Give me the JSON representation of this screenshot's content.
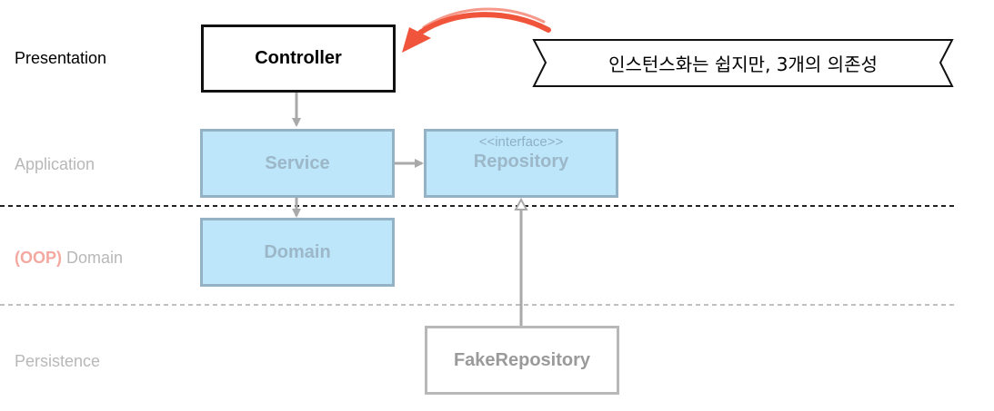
{
  "layers": {
    "presentation": "Presentation",
    "application": "Application",
    "domain_prefix": "(OOP)",
    "domain": "Domain",
    "persistence": "Persistence"
  },
  "boxes": {
    "controller": "Controller",
    "service": "Service",
    "repository_stereotype": "<<interface>>",
    "repository": "Repository",
    "domain": "Domain",
    "fake_repository": "FakeRepository"
  },
  "callout": {
    "text": "인스턴스화는 쉽지만, 3개의 의존성"
  },
  "colors": {
    "accent_arrow": "#f0553c",
    "box_fill": "#bde6fa",
    "box_border": "#94b2c3",
    "oop_highlight": "#f3a9a0"
  }
}
